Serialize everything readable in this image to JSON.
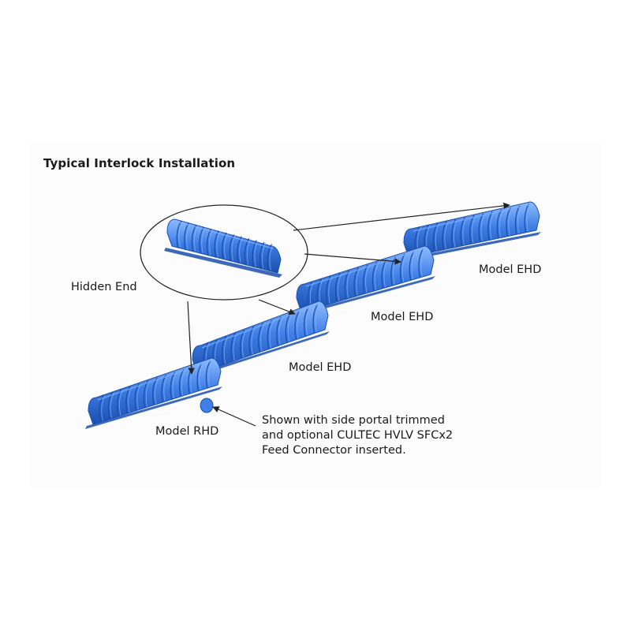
{
  "title": "Typical Interlock Installation",
  "labels": {
    "hidden_end": "Hidden End",
    "model_ehd_1": "Model EHD",
    "model_ehd_2": "Model EHD",
    "model_ehd_3": "Model EHD",
    "model_rhd": "Model RHD"
  },
  "note": {
    "line1": "Shown with side portal trimmed",
    "line2": "and optional CULTEC HVLV SFCx2",
    "line3": "Feed Connector inserted."
  },
  "colors": {
    "chamber_fill": "#3f7fe6",
    "chamber_light": "#7fb0ff",
    "chamber_dark": "#1a4fae",
    "line": "#222222"
  }
}
